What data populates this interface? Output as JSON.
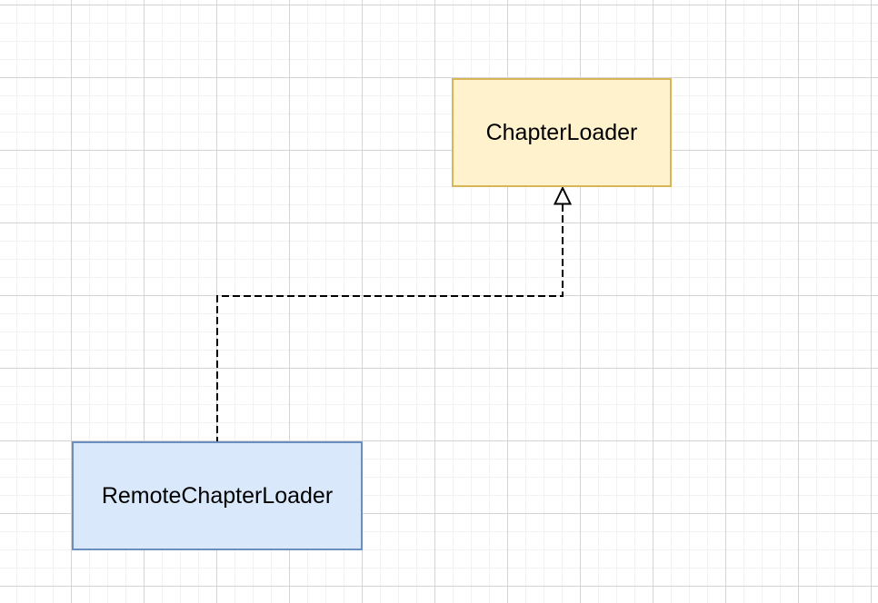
{
  "diagram": {
    "type": "uml-class-diagram",
    "nodes": [
      {
        "id": "chapter-loader",
        "label": "ChapterLoader",
        "fill_color": "#fff2cc",
        "border_color": "#d6b656",
        "text_color": "#000000"
      },
      {
        "id": "remote-chapter-loader",
        "label": "RemoteChapterLoader",
        "fill_color": "#dae8fc",
        "border_color": "#6c8ebf",
        "text_color": "#000000"
      }
    ],
    "edges": [
      {
        "from": "RemoteChapterLoader",
        "to": "ChapterLoader",
        "relationship": "realization",
        "line_style": "dashed",
        "arrowhead": "hollow-triangle",
        "color": "#000000"
      }
    ],
    "canvas": {
      "background_color": "#ffffff",
      "grid_minor_color": "#f2f2f2",
      "grid_major_color": "#d4d4d4"
    }
  }
}
